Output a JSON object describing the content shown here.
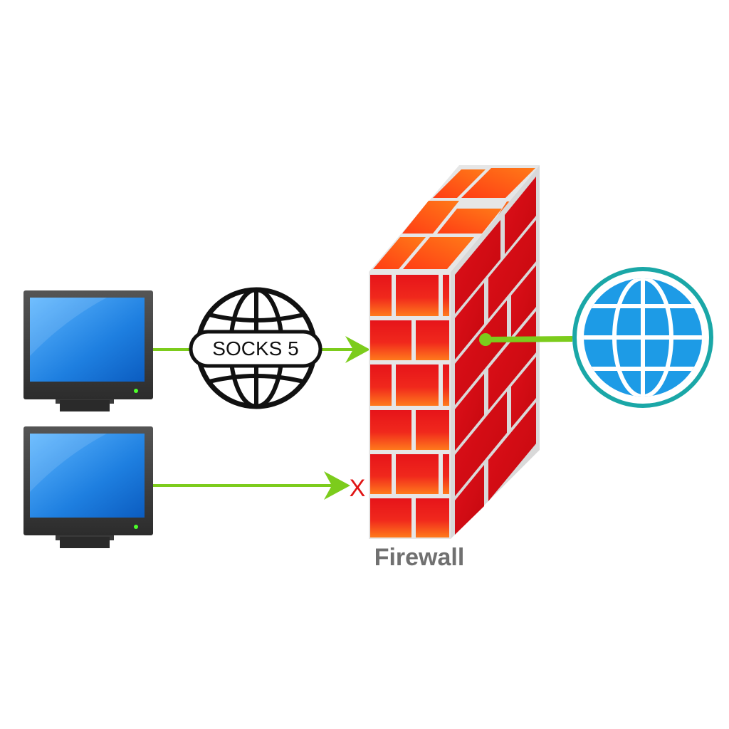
{
  "labels": {
    "proxy": "SOCKS 5",
    "firewall": "Firewall",
    "blocked_mark": "X"
  },
  "nodes": [
    {
      "id": "computer-1",
      "icon": "desktop-monitor-icon"
    },
    {
      "id": "computer-2",
      "icon": "desktop-monitor-icon"
    },
    {
      "id": "socks5-proxy",
      "icon": "globe-outline-icon"
    },
    {
      "id": "firewall",
      "icon": "brick-wall-icon"
    },
    {
      "id": "internet",
      "icon": "globe-icon"
    }
  ],
  "edges": [
    {
      "from": "computer-1",
      "to": "socks5-proxy",
      "status": "allowed"
    },
    {
      "from": "socks5-proxy",
      "to": "firewall",
      "status": "allowed"
    },
    {
      "from": "computer-2",
      "to": "firewall",
      "status": "blocked"
    },
    {
      "from": "firewall",
      "to": "internet",
      "status": "allowed"
    }
  ],
  "colors": {
    "connector": "#7ccc1c",
    "brick_red": "#e8141c",
    "brick_orange": "#ff6a14",
    "mortar": "#e6e6e6",
    "monitor_frame": "#3a3a3a",
    "screen_blue": "#1e7fe0",
    "globe_blue": "#1d9be6",
    "globe_ring": "#1aa7a7",
    "blocked_mark": "#e01414",
    "firewall_label": "#707070"
  }
}
